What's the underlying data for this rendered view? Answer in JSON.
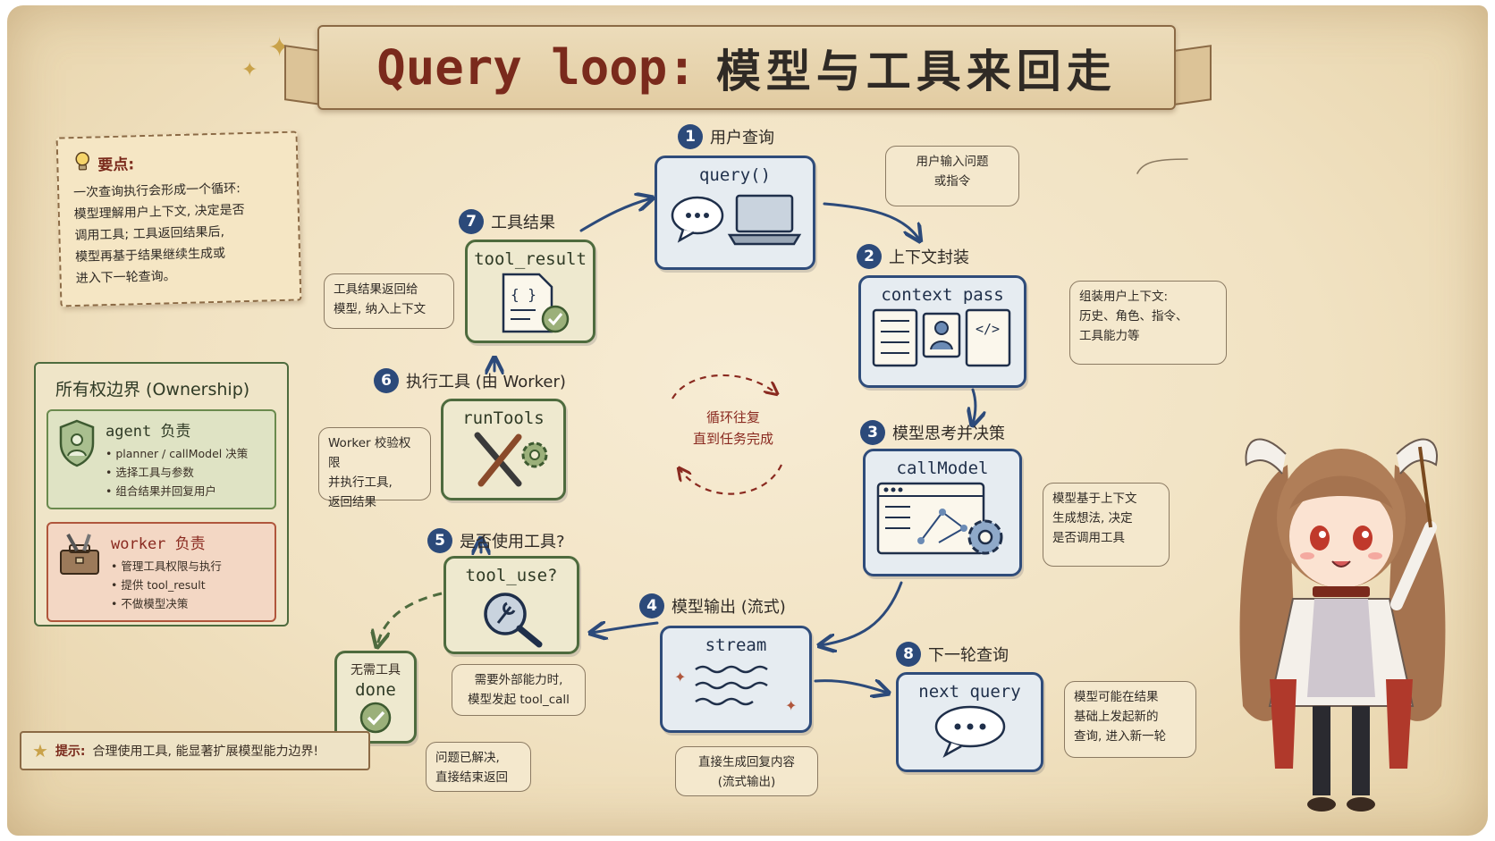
{
  "title": {
    "en": "Query loop:",
    "cn": "模型与工具来回走"
  },
  "keypoints": {
    "title": "要点:",
    "lines": [
      "一次查询执行会形成一个循环:",
      "模型理解用户上下文, 决定是否",
      "调用工具; 工具返回结果后,",
      "模型再基于结果继续生成或",
      "进入下一轮查询。"
    ]
  },
  "ownership": {
    "title": "所有权边界 (Ownership)",
    "agent": {
      "title": "agent 负责",
      "items": [
        "• planner / callModel 决策",
        "• 选择工具与参数",
        "• 组合结果并回复用户"
      ]
    },
    "worker": {
      "title": "worker 负责",
      "items": [
        "• 管理工具权限与执行",
        "• 提供 tool_result",
        "• 不做模型决策"
      ]
    }
  },
  "steps": [
    {
      "num": "1",
      "label": "用户查询",
      "box": "query()",
      "note": [
        "用户输入问题",
        "或指令"
      ]
    },
    {
      "num": "2",
      "label": "上下文封装",
      "box": "context pass",
      "note": [
        "组装用户上下文:",
        "历史、角色、指令、",
        "工具能力等"
      ]
    },
    {
      "num": "3",
      "label": "模型思考并决策",
      "box": "callModel",
      "note": [
        "模型基于上下文",
        "生成想法, 决定",
        "是否调用工具"
      ]
    },
    {
      "num": "4",
      "label": "模型输出 (流式)",
      "box": "stream",
      "note": [
        "直接生成回复内容",
        "(流式输出)"
      ]
    },
    {
      "num": "5",
      "label": "是否使用工具?",
      "box": "tool_use?",
      "note": [
        "需要外部能力时,",
        "模型发起 tool_call"
      ]
    },
    {
      "num": "6",
      "label": "执行工具 (由 Worker)",
      "box": "runTools",
      "note": [
        "Worker 校验权限",
        "并执行工具,",
        "返回结果"
      ]
    },
    {
      "num": "7",
      "label": "工具结果",
      "box": "tool_result",
      "note": [
        "工具结果返回给",
        "模型, 纳入上下文"
      ]
    },
    {
      "num": "8",
      "label": "下一轮查询",
      "box": "next query",
      "note": [
        "模型可能在结果",
        "基础上发起新的",
        "查询, 进入新一轮"
      ]
    }
  ],
  "done": {
    "label": "无需工具",
    "box": "done",
    "note": [
      "问题已解决,",
      "直接结束返回"
    ]
  },
  "center": [
    "循环往复",
    "直到任务完成"
  ],
  "tip": {
    "label": "提示:",
    "text": "合理使用工具, 能显著扩展模型能力边界!"
  },
  "colors": {
    "navy": "#2c4a7a",
    "green": "#4e6b3e",
    "red": "#8a2a20",
    "paper": "#f1e2c2"
  }
}
